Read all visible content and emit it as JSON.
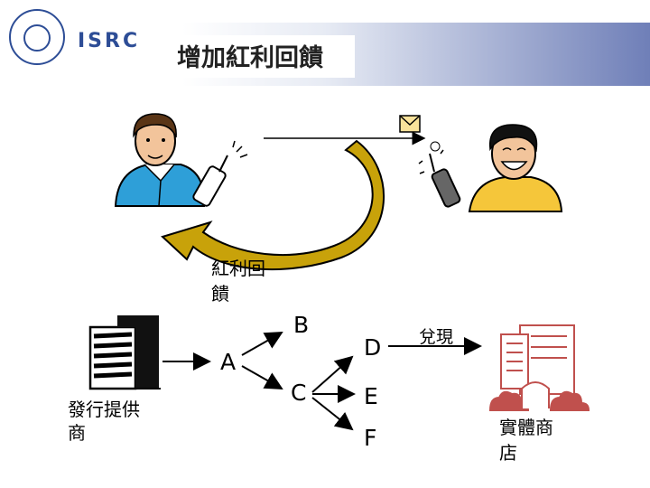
{
  "header": {
    "logo_text": "ISRC",
    "title": "增加紅利回饋"
  },
  "diagram": {
    "bonus_label_line1": "紅利回",
    "bonus_label_line2": "饋",
    "issuer_label_line1": "發行提供",
    "issuer_label_line2": "商",
    "redeem_label": "兌現",
    "store_label_line1": "實體商",
    "store_label_line2": "店",
    "nodes": [
      "A",
      "B",
      "C",
      "D",
      "E",
      "F"
    ]
  },
  "colors": {
    "arrow_gold": "#c8a20a",
    "logo_blue": "#2d4d96"
  }
}
